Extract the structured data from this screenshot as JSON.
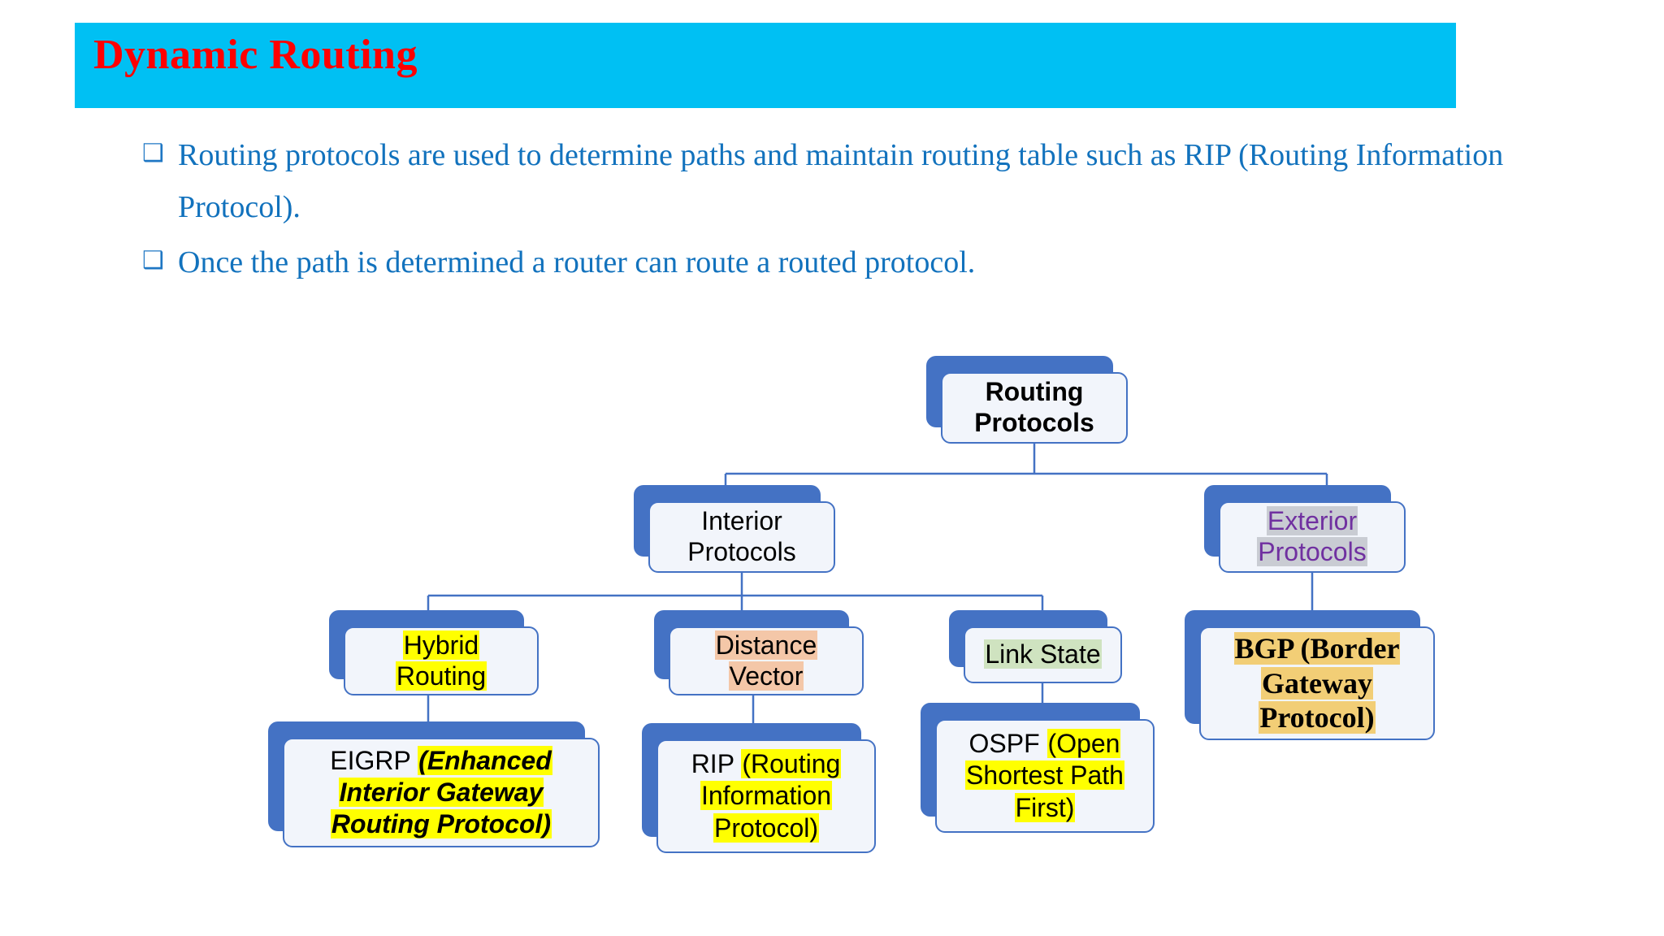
{
  "slide": {
    "title": "Dynamic Routing",
    "title_color": "#ff0000",
    "banner_color": "#00c0f3",
    "body_text_color": "#1272bd"
  },
  "bullets": {
    "marker": "❑",
    "items": [
      "Routing protocols are used to determine paths and maintain routing table such as RIP (Routing Information Protocol).",
      "Once the path is determined  a router can route a routed protocol."
    ]
  },
  "chart_data": {
    "type": "diagram",
    "diagram_kind": "org-chart-tree",
    "title": "Routing Protocols hierarchy",
    "shadow_color": "#4472c4",
    "face_color": "#f2f5fb",
    "connector_color": "#4472c4",
    "nodes": {
      "root": {
        "text": "Routing Protocols",
        "line1": "Routing",
        "line2": "Protocols",
        "bold": true,
        "text_color": "#000000",
        "highlight": "none"
      },
      "interior": {
        "text": "Interior Protocols",
        "line1": "Interior",
        "line2": "Protocols",
        "bold": false,
        "text_color": "#000000",
        "highlight": "none"
      },
      "exterior": {
        "text": "Exterior Protocols",
        "line1": "Exterior",
        "line2": "Protocols",
        "bold": false,
        "text_color": "#7030a0",
        "highlight": "#c9ccd3"
      },
      "hybrid": {
        "text": "Hybrid Routing",
        "line1": "Hybrid",
        "line2": "Routing",
        "text_color": "#000000",
        "highlight": "#ffff00"
      },
      "distance": {
        "text": "Distance Vector",
        "line1": "Distance",
        "line2": "Vector",
        "text_color": "#000000",
        "highlight": "#f4c7a8"
      },
      "linkstate": {
        "text": "Link State",
        "line1": "Link State",
        "text_color": "#000000",
        "highlight": "#cfe3c0"
      },
      "bgp": {
        "text": "BGP (Border Gateway Protocol)",
        "line1": "BGP (Border",
        "line2": "Gateway",
        "line3": "Protocol)",
        "bold": true,
        "serif": true,
        "text_color": "#000000",
        "highlight": "#f2ce76"
      },
      "eigrp": {
        "plain": "EIGRP ",
        "line1_hl": "(Enhanced",
        "line2_hl": "Interior Gateway",
        "line3_hl": "Routing Protocol)",
        "italic_expansion": true,
        "text_color": "#000000",
        "highlight": "#ffff00"
      },
      "rip": {
        "plain": "RIP ",
        "line1_hl": "(Routing",
        "line2_hl": "Information",
        "line3_hl": "Protocol)",
        "italic_expansion": false,
        "text_color": "#000000",
        "highlight": "#ffff00"
      },
      "ospf": {
        "plain": "OSPF ",
        "line1_hl": "(Open",
        "line2_hl": "Shortest Path",
        "line3_hl": "First)",
        "italic_expansion": false,
        "text_color": "#000000",
        "highlight": "#ffff00"
      }
    },
    "edges": [
      [
        "root",
        "interior"
      ],
      [
        "root",
        "exterior"
      ],
      [
        "interior",
        "hybrid"
      ],
      [
        "interior",
        "distance"
      ],
      [
        "interior",
        "linkstate"
      ],
      [
        "exterior",
        "bgp"
      ],
      [
        "hybrid",
        "eigrp"
      ],
      [
        "distance",
        "rip"
      ],
      [
        "linkstate",
        "ospf"
      ]
    ]
  }
}
